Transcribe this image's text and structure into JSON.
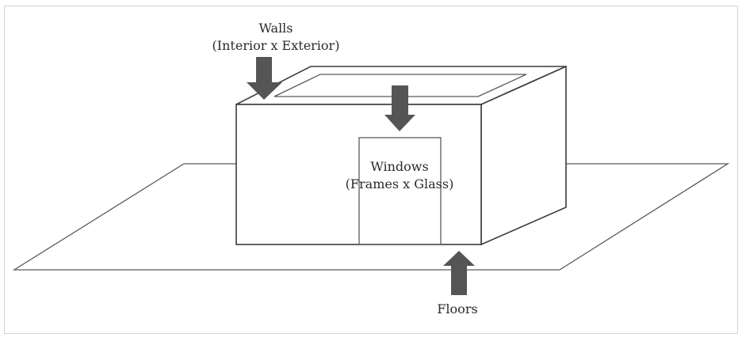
{
  "labels": {
    "walls_title": "Walls",
    "walls_subtitle": "(Interior x Exterior)",
    "windows_title": "Windows",
    "windows_subtitle": "(Frames x Glass)",
    "floors_title": "Floors"
  },
  "colors": {
    "arrow": "#555555",
    "border": "#d4d4d4",
    "line": "#5a5a5a",
    "text": "#2a2a2a"
  },
  "icons": {
    "walls_arrow": "arrow-down-icon",
    "roof_arrow": "arrow-down-icon",
    "floors_arrow": "arrow-up-icon"
  }
}
